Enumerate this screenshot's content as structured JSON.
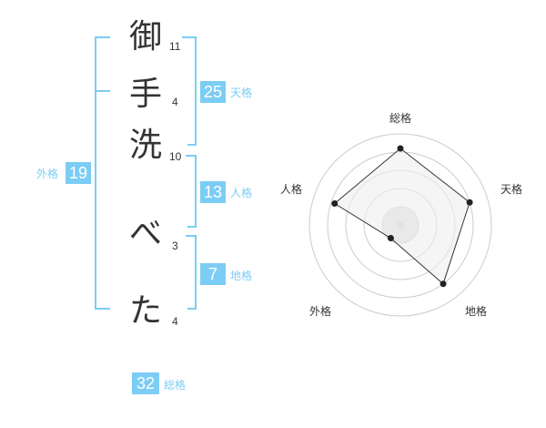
{
  "name": {
    "chars": [
      {
        "char": "御",
        "strokes": "11"
      },
      {
        "char": "手",
        "strokes": "4"
      },
      {
        "char": "洗",
        "strokes": "10"
      },
      {
        "char": "べ",
        "strokes": "3"
      },
      {
        "char": "た",
        "strokes": "4"
      }
    ]
  },
  "fortune": {
    "tenkaku": {
      "value": "25",
      "label": "天格"
    },
    "jinkaku": {
      "value": "13",
      "label": "人格"
    },
    "chikaku": {
      "value": "7",
      "label": "地格"
    },
    "gaikaku": {
      "value": "19",
      "label": "外格"
    },
    "soukaku": {
      "value": "32",
      "label": "総格"
    }
  },
  "chart_data": {
    "type": "radar",
    "axes": [
      "総格",
      "天格",
      "地格",
      "外格",
      "人格"
    ],
    "values": [
      4.2,
      4.0,
      4.0,
      0.9,
      3.8
    ],
    "max": 5,
    "rings": 5,
    "colors": {
      "accent": "#7ccdf5",
      "fill": "#eeeeee",
      "line": "#333333",
      "ring": "#cccccc"
    }
  }
}
